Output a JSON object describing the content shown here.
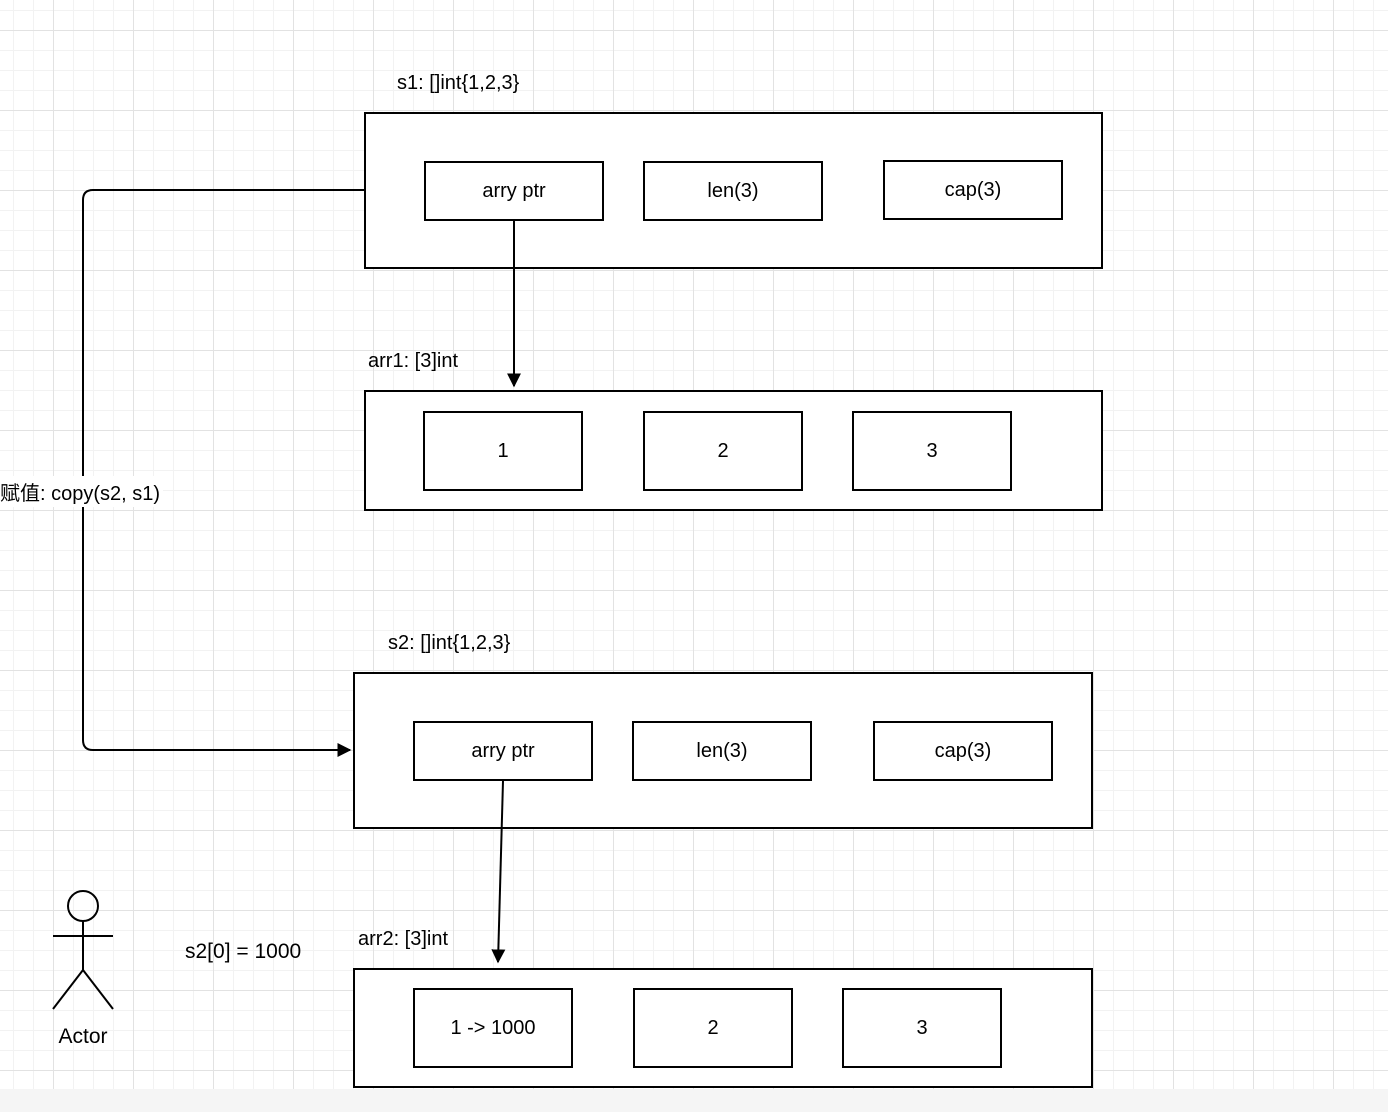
{
  "diagram": {
    "s1": {
      "title": "s1: []int{1,2,3}",
      "fields": [
        "arry ptr",
        "len(3)",
        "cap(3)"
      ]
    },
    "arr1": {
      "title": "arr1: [3]int",
      "cells": [
        "1",
        "2",
        "3"
      ]
    },
    "s2": {
      "title": "s2: []int{1,2,3}",
      "fields": [
        "arry ptr",
        "len(3)",
        "cap(3)"
      ]
    },
    "arr2": {
      "title": "arr2: [3]int",
      "cells": [
        "1 -> 1000",
        "2",
        "3"
      ]
    },
    "edges": {
      "copy_label": "赋值: copy(s2, s1)"
    },
    "annotations": {
      "assign_label": "s2[0] = 1000"
    },
    "actor": {
      "label": "Actor"
    }
  },
  "colors": {
    "stroke": "#000000",
    "shape_fill": "#ffffff",
    "grid_minor": "#f2f2f2",
    "grid_major": "#e2e2e2",
    "canvas_edge": "#f5f5f5"
  }
}
